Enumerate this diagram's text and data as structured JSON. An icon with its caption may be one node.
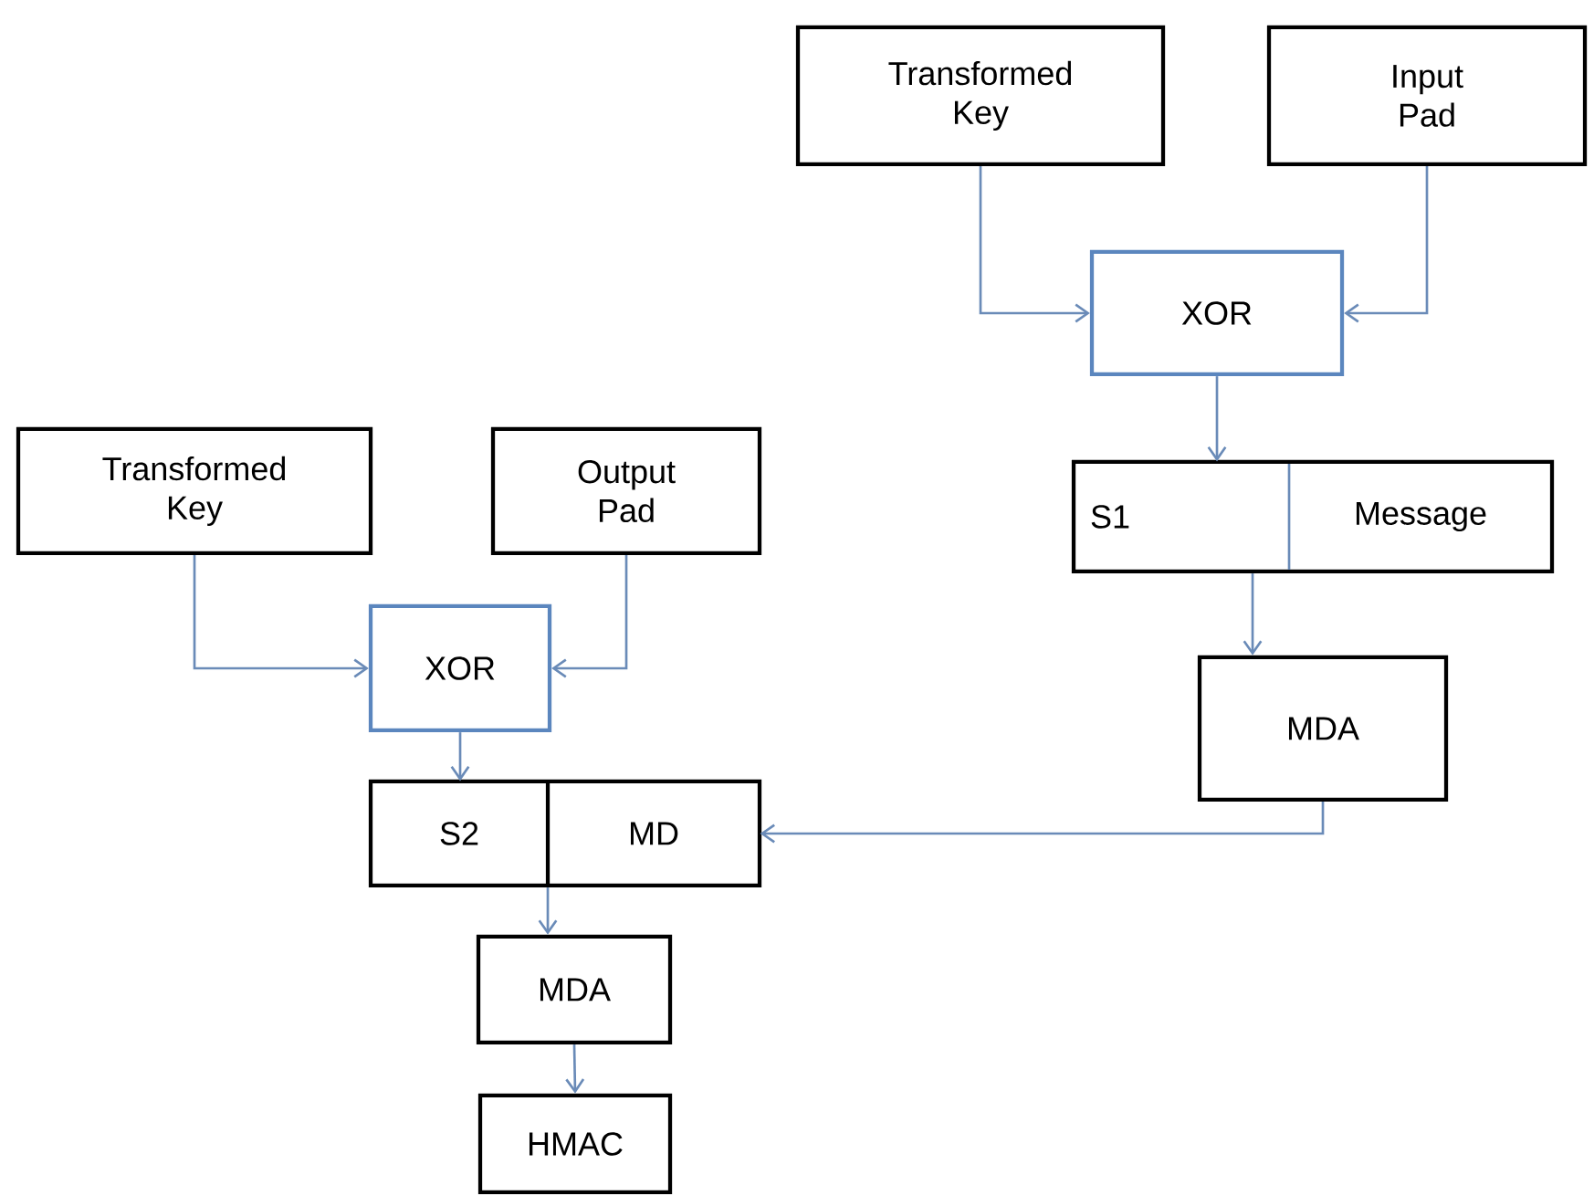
{
  "diagram": {
    "nodes": [
      {
        "text": [
          "Transformed Key"
        ]
      },
      {
        "text": [
          "Input Pad"
        ]
      },
      {
        "text": [
          "XOR"
        ]
      },
      {
        "text": [],
        "shape": "box"
      },
      {
        "text": [
          "S1"
        ],
        "in": 3
      },
      {
        "text": [
          "Message"
        ],
        "in": 3
      },
      {
        "text": [
          "MDA"
        ]
      },
      {
        "text": [
          "Transformed Key"
        ]
      },
      {
        "text": [
          "Output Pad"
        ]
      },
      {
        "text": [
          "XOR"
        ]
      },
      {
        "text": [],
        "shape": "box"
      },
      {
        "text": [
          "S2"
        ],
        "in": 10
      },
      {
        "text": [
          "MD"
        ],
        "in": 10
      },
      {
        "text": [
          "MDA"
        ]
      },
      {
        "text": [
          "HMAC"
        ]
      }
    ],
    "edges": [
      {
        "from": 0,
        "to": 2,
        "arrow": "to"
      },
      {
        "from": 1,
        "to": 2,
        "arrow": "to"
      },
      {
        "from": 2,
        "to": 4,
        "arrow": "to"
      },
      {
        "from": 3,
        "to": 6,
        "arrow": "to"
      },
      {
        "from": 7,
        "to": 9,
        "arrow": "to"
      },
      {
        "from": 8,
        "to": 9,
        "arrow": "to"
      },
      {
        "from": 9,
        "to": 11,
        "arrow": "to"
      },
      {
        "from": 6,
        "to": 12,
        "arrow": "to"
      },
      {
        "from": 10,
        "to": 13,
        "arrow": "to"
      },
      {
        "from": 13,
        "to": 14,
        "arrow": "to"
      }
    ]
  }
}
